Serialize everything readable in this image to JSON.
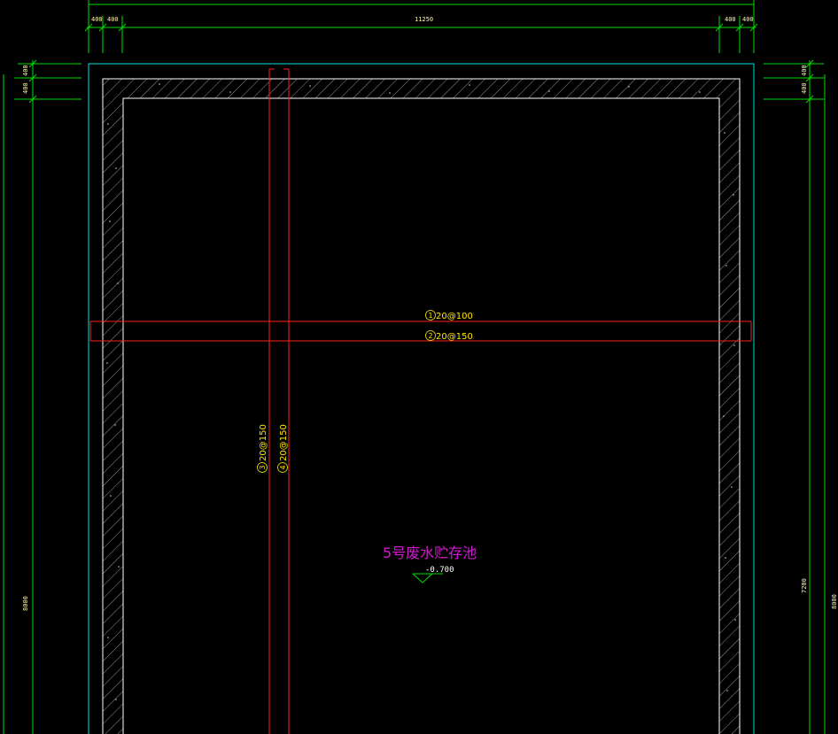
{
  "dimensions": {
    "top_left_outer": "400",
    "top_left_inner": "400",
    "top_main": "11250",
    "top_right_inner": "400",
    "top_right_outer": "400",
    "left_top_a": "400",
    "left_top_b": "400",
    "left_vertical": "8000",
    "right_top_a": "400",
    "right_top_b": "400",
    "right_vertical_a": "7200",
    "right_vertical_b": "8000"
  },
  "rebar": {
    "h1_num": "1",
    "h1_label": "20@100",
    "h2_num": "2",
    "h2_label": "20@150",
    "v1_num": "3",
    "v1_label": "20@150",
    "v2_num": "4",
    "v2_label": "20@150"
  },
  "pool_title": "5号废水贮存池",
  "elevation": "-0.700",
  "colors": {
    "background": "#000000",
    "dimension": "#00ff00",
    "wall_outline": "#00ffff",
    "wall_inner": "#ffffff",
    "rebar": "#ff2020",
    "label": "#ffe600",
    "title": "#d21bd2"
  }
}
